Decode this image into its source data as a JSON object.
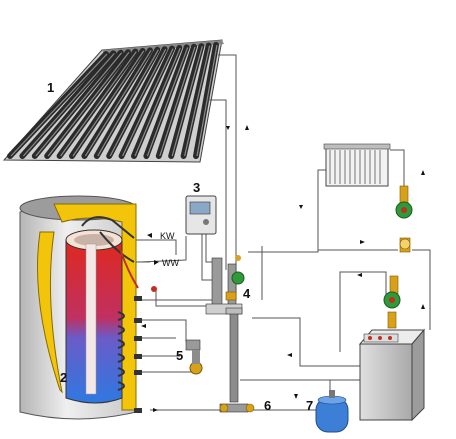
{
  "labels": {
    "collector": "1",
    "storage_tank": "2",
    "controller": "3",
    "pump_station": "4",
    "mixing_valve": "5",
    "expansion_connection": "6",
    "expansion_vessel": "7",
    "cold_water": "KW",
    "warm_water": "WW"
  },
  "colors": {
    "tank_hot": "#e03020",
    "tank_cold": "#3a6fd0",
    "insulation": "#f2c40a",
    "jacket": "#d8d8d8",
    "pipe": "#555555",
    "pump_green": "#2f9a3a",
    "valve_brass": "#d9a11a",
    "vessel_blue": "#3d7fd6",
    "boiler_grey": "#c9c9c9"
  },
  "icons": [
    "solar-collector-icon",
    "radiator-icon",
    "pump-icon",
    "valve-icon",
    "boiler-icon",
    "expansion-vessel-icon",
    "controller-icon"
  ]
}
